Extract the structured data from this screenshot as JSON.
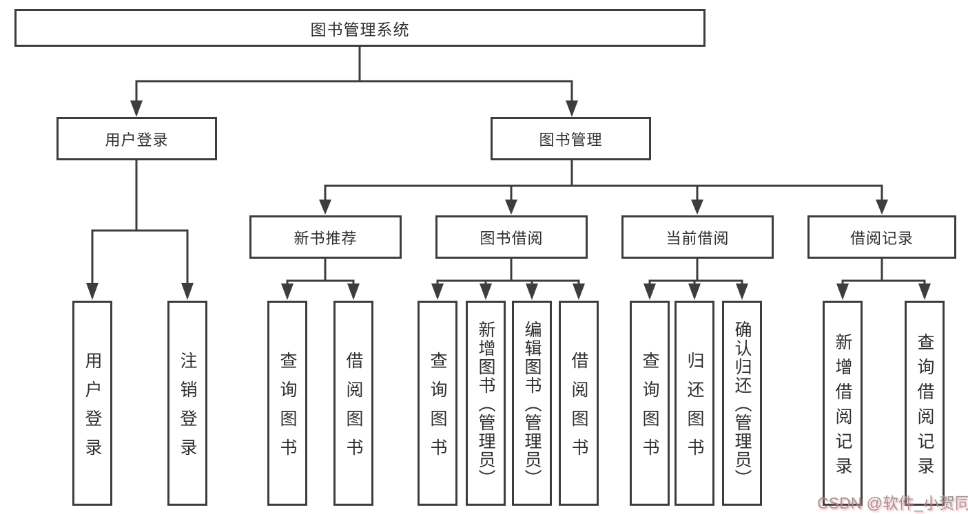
{
  "diagram_title": "图书管理系统",
  "nodes": {
    "root": "图书管理系统",
    "user_login": "用户登录",
    "book_mgmt": "图书管理",
    "new_books": "新书推荐",
    "book_borrow": "图书借阅",
    "current_borrow": "当前借阅",
    "borrow_records": "借阅记录"
  },
  "leaves": {
    "user_login": [
      "用户登录",
      "注销登录"
    ],
    "new_books": [
      "查询图书",
      "借阅图书"
    ],
    "book_borrow": [
      "查询图书",
      "新增图书（管理员）",
      "编辑图书（管理员）",
      "借阅图书"
    ],
    "current_borrow": [
      "查询图书",
      "归还图书",
      "确认归还（管理员）"
    ],
    "borrow_records": [
      "新增借阅记录",
      "查询借阅记录"
    ]
  },
  "watermark": "CSDN @软件_小贺同学",
  "colors": {
    "line": "#3d3d3d",
    "text": "#2f2f2f",
    "background": "#ffffff",
    "watermark_gray": "#949494",
    "watermark_shadow_pink": "#ff697d"
  }
}
